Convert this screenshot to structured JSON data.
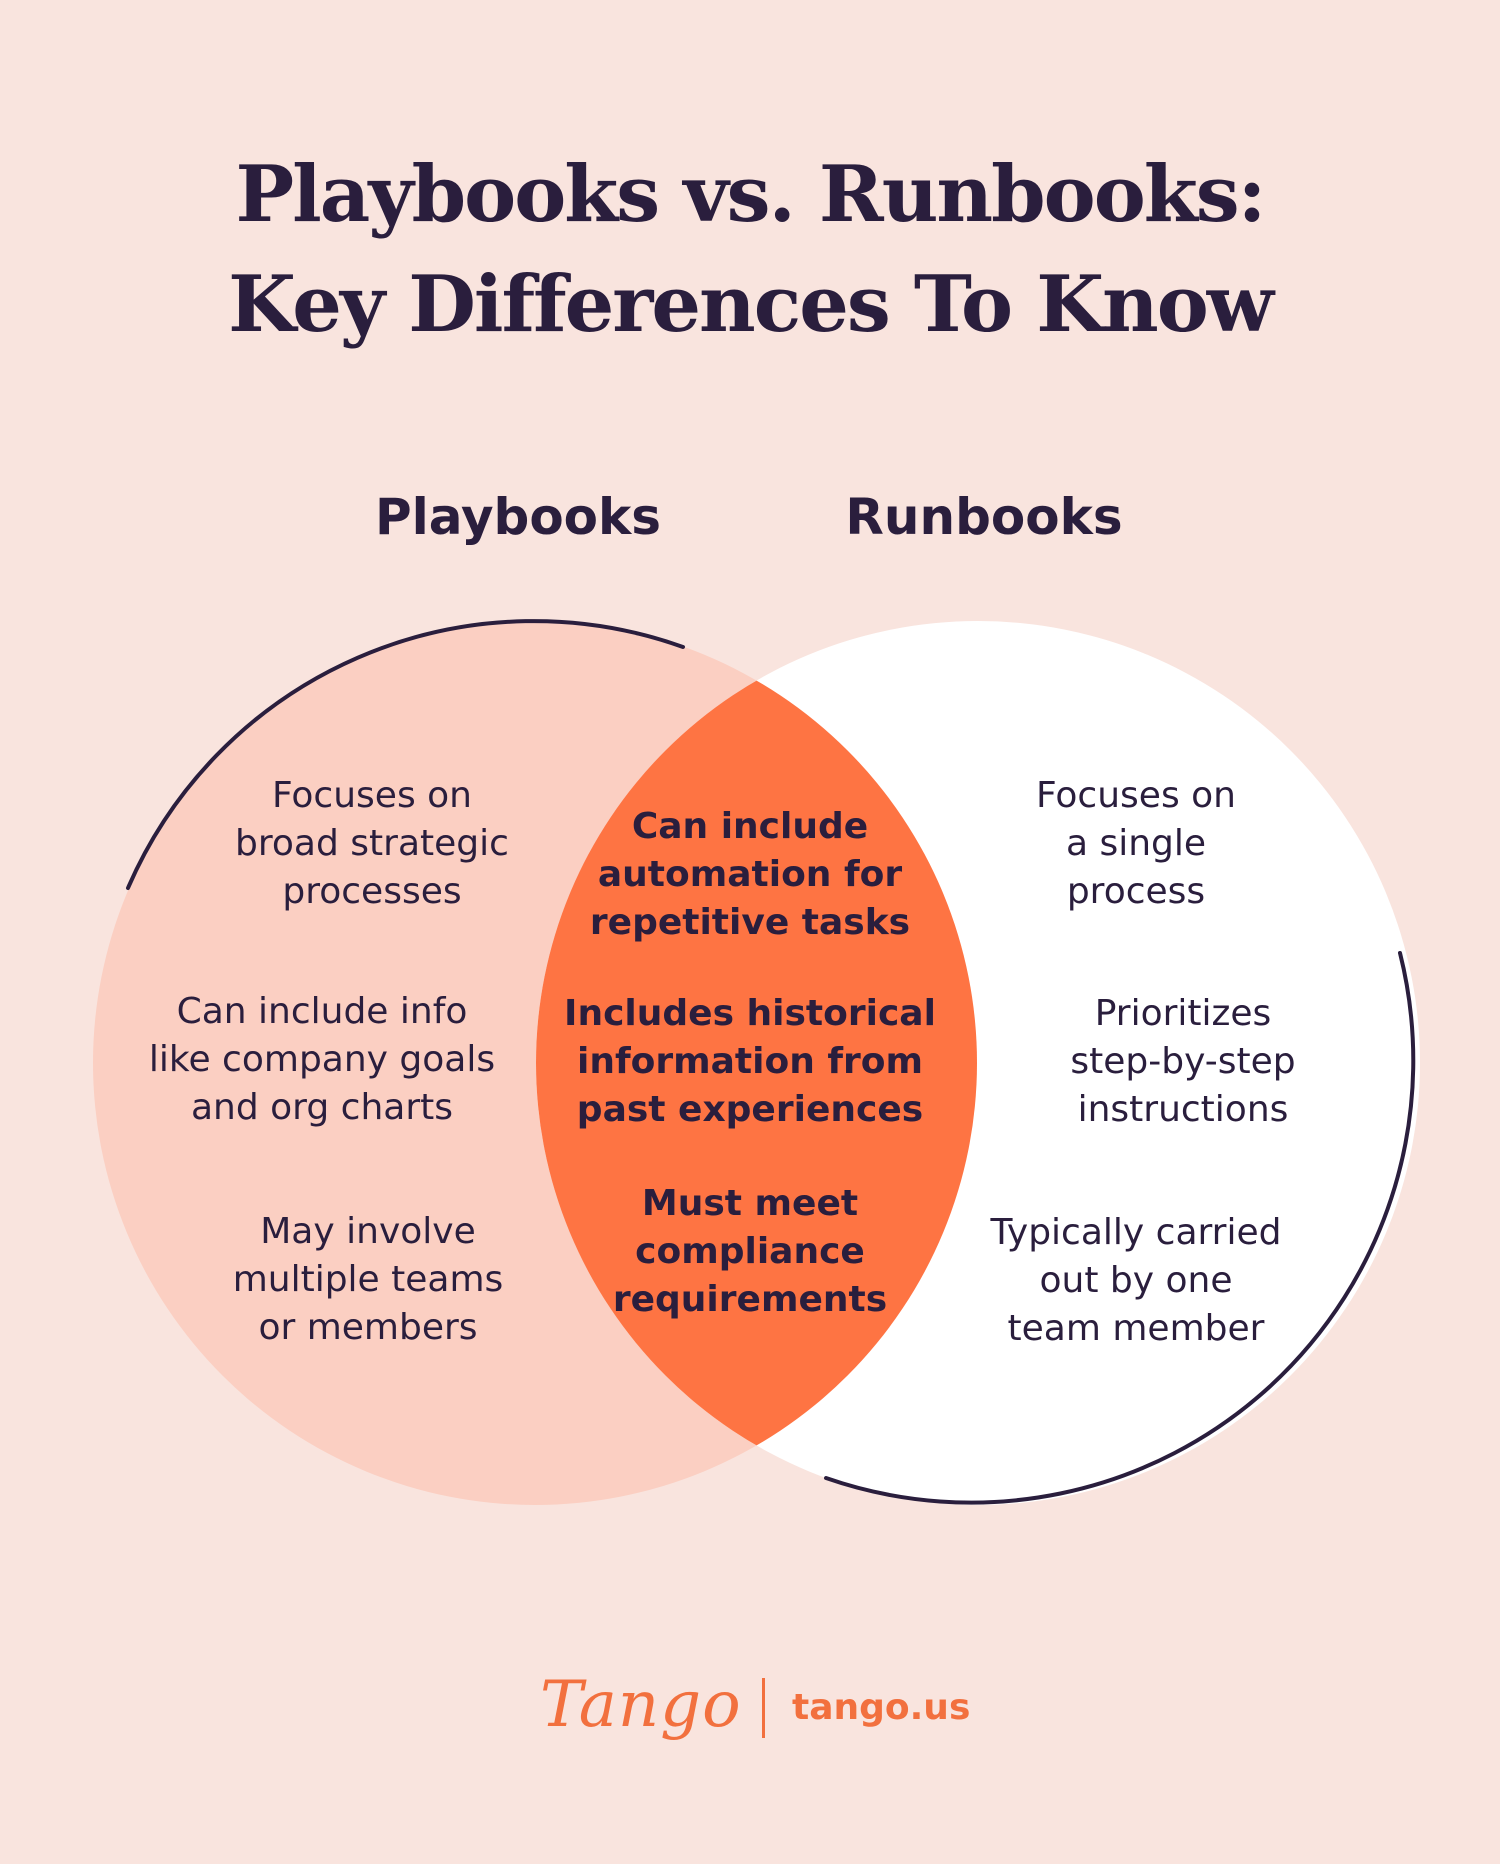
{
  "title": {
    "line1": "Playbooks vs. Runbooks:",
    "line2": "Key Differences To Know"
  },
  "sets": {
    "left_label": "Playbooks",
    "right_label": "Runbooks"
  },
  "playbooks_items": [
    [
      "Focuses on",
      "broad strategic",
      "processes"
    ],
    [
      "Can include info",
      "like company goals",
      "and org charts"
    ],
    [
      "May involve",
      "multiple teams",
      "or members"
    ]
  ],
  "shared_items": [
    [
      "Can include",
      "automation for",
      "repetitive tasks"
    ],
    [
      "Includes historical",
      "information from",
      "past experiences"
    ],
    [
      "Must meet",
      "compliance",
      "requirements"
    ]
  ],
  "runbooks_items": [
    [
      "Focuses on",
      "a single",
      "process"
    ],
    [
      "Prioritizes",
      "step-by-step",
      "instructions"
    ],
    [
      "Typically carried",
      "out by one",
      "team member"
    ]
  ],
  "colors": {
    "background": "#f9e4de",
    "left_circle": "#fbcfc2",
    "right_circle": "#ffffff",
    "overlap": "#fe7443",
    "outline": "#2a1e3d",
    "brand": "#f2703e"
  },
  "footer": {
    "logo": "Tango",
    "site": "tango.us"
  }
}
